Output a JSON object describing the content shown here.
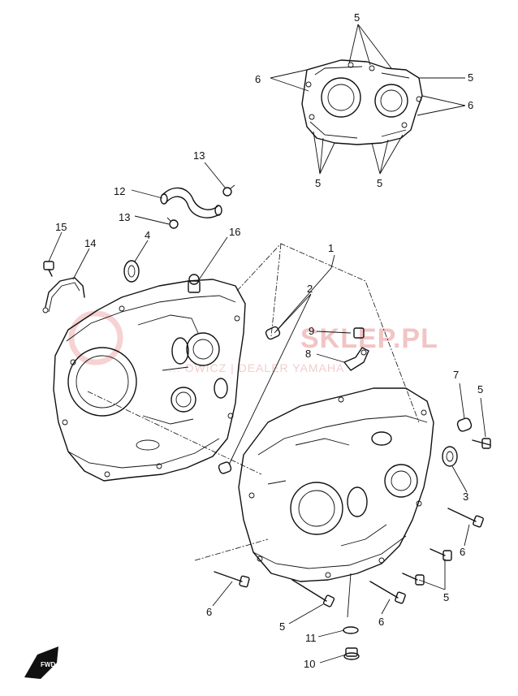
{
  "watermark": {
    "brand": "SKLEP.PL",
    "sub": "... OWICZ | DEALER YAMAHA"
  },
  "fwd_label": "FWD",
  "callouts": [
    {
      "id": "c1",
      "label": "1"
    },
    {
      "id": "c2",
      "label": "2"
    },
    {
      "id": "c3",
      "label": "3"
    },
    {
      "id": "c4",
      "label": "4"
    },
    {
      "id": "c5a",
      "label": "5"
    },
    {
      "id": "c5b",
      "label": "5"
    },
    {
      "id": "c5c",
      "label": "5"
    },
    {
      "id": "c5d",
      "label": "5"
    },
    {
      "id": "c5e",
      "label": "5"
    },
    {
      "id": "c5f",
      "label": "5"
    },
    {
      "id": "c5g",
      "label": "5"
    },
    {
      "id": "c6a",
      "label": "6"
    },
    {
      "id": "c6b",
      "label": "6"
    },
    {
      "id": "c6c",
      "label": "6"
    },
    {
      "id": "c6d",
      "label": "6"
    },
    {
      "id": "c6e",
      "label": "6"
    },
    {
      "id": "c7",
      "label": "7"
    },
    {
      "id": "c8",
      "label": "8"
    },
    {
      "id": "c9",
      "label": "9"
    },
    {
      "id": "c10",
      "label": "10"
    },
    {
      "id": "c11",
      "label": "11"
    },
    {
      "id": "c12",
      "label": "12"
    },
    {
      "id": "c13a",
      "label": "13"
    },
    {
      "id": "c13b",
      "label": "13"
    },
    {
      "id": "c14",
      "label": "14"
    },
    {
      "id": "c15",
      "label": "15"
    },
    {
      "id": "c16",
      "label": "16"
    }
  ]
}
